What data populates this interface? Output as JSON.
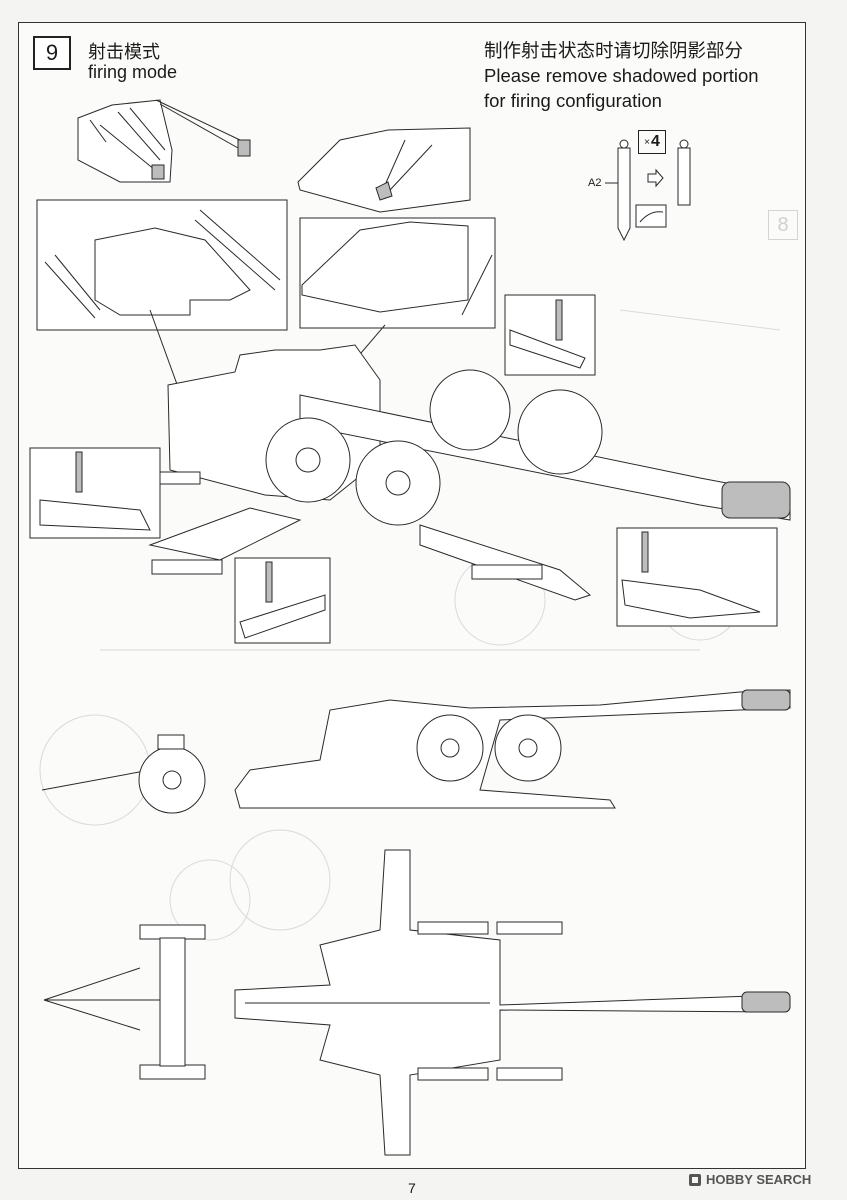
{
  "step": {
    "number": "9",
    "title_zh": "射击模式",
    "title_en": "firing mode"
  },
  "note": {
    "zh": "制作射击状态时请切除阴影部分",
    "en_line1": "Please remove shadowed portion",
    "en_line2": "for firing configuration"
  },
  "part_label": "A2",
  "quantity": "4",
  "quantity_prefix": "×",
  "ghost_step": "8",
  "page_number": "7",
  "watermark": "HOBBY SEARCH"
}
